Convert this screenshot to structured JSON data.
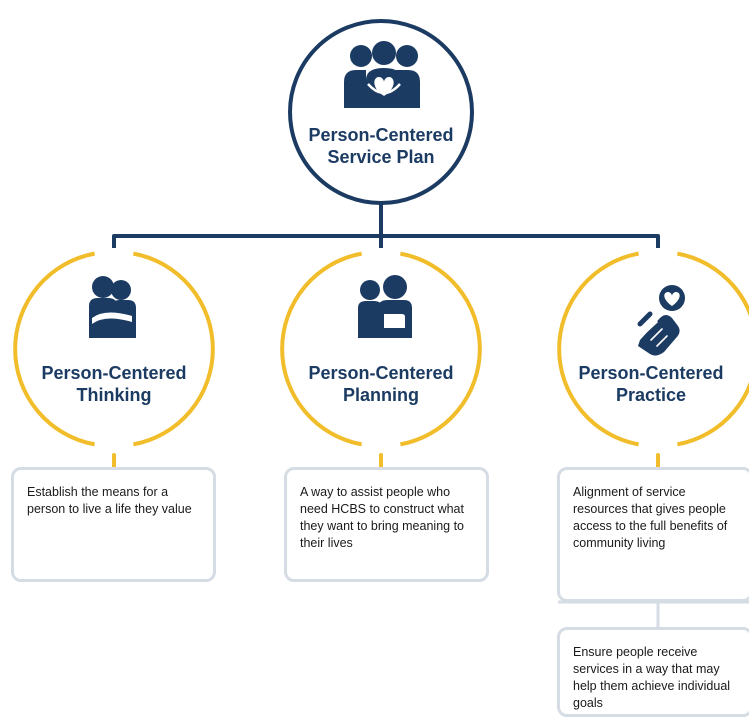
{
  "root": {
    "title": "Person-Centered\nService Plan",
    "icon": "family-heart-icon"
  },
  "pillars": [
    {
      "title": "Person-Centered\nThinking",
      "icon": "hugging-people-icon",
      "description": "Establish the means for a person to live a life they value"
    },
    {
      "title": "Person-Centered\nPlanning",
      "icon": "supporting-people-icon",
      "description": "A way to assist people who need HCBS to construct what they want to bring meaning to their lives"
    },
    {
      "title": "Person-Centered\nPractice",
      "icon": "hand-holding-heart-icon",
      "description": "Alignment of service resources that gives people access to the full benefits of community living",
      "extra": "Ensure people receive services in a way that may help them achieve individual goals"
    }
  ],
  "colors": {
    "navy": "#1c3b63",
    "gold": "#f2bd2b",
    "box_border": "#d5dce4",
    "text": "#1a1a1a"
  }
}
